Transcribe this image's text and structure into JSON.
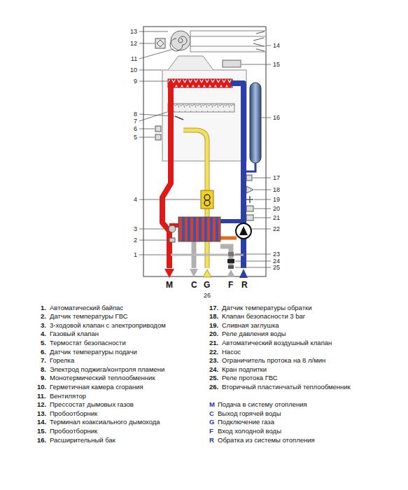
{
  "diagram": {
    "labels": [
      "13",
      "12",
      "11",
      "10",
      "9",
      "8",
      "7",
      "6",
      "5",
      "4",
      "3",
      "2",
      "1",
      "14",
      "15",
      "16",
      "17",
      "18",
      "19",
      "20",
      "21",
      "22",
      "23",
      "24",
      "25",
      "M",
      "C",
      "G",
      "F",
      "R",
      "26",
      "1.",
      "Автоматический байпас",
      "2.",
      "Датчик температуры ГВС",
      "3.",
      "3-ходовой клапан с электроприводом",
      "4.",
      "Газовый клапан",
      "5.",
      "Термостат безопасности",
      "6.",
      "Датчик температуры подачи",
      "7.",
      "Горелка",
      "8.",
      "Электрод поджига/контроля пламени",
      "9.",
      "Монотермический теплообменник",
      "10.",
      "Герметичная камера сгорания",
      "11.",
      "Вентилятор",
      "12.",
      "Прессостат дымовых газов",
      "13.",
      "Пробоотборник",
      "14.",
      "Терминал коаксиального дымохода",
      "15.",
      "Пробоотборник",
      "16.",
      "Расширительный бак",
      "17.",
      "Датчик температуры обратки",
      "18.",
      "Клапан безопасности 3 bar",
      "19.",
      "Сливная заглушка",
      "20.",
      "Реле давления воды",
      "21.",
      "Автоматический воздушный клапан",
      "22.",
      "Насос",
      "23.",
      "Ограничитель протока на 8 л/мин",
      "24.",
      "Кран подпитки",
      "25.",
      "Реле протока ГВС",
      "26.",
      "Вторичный пластинчатый теплообменник",
      "M",
      "Подача в систему отопления",
      "C",
      "Выход горячей воды",
      "G",
      "Подключение газа",
      "F",
      "Вход холодной воды",
      "R",
      "Обратка из системы отопления"
    ]
  }
}
